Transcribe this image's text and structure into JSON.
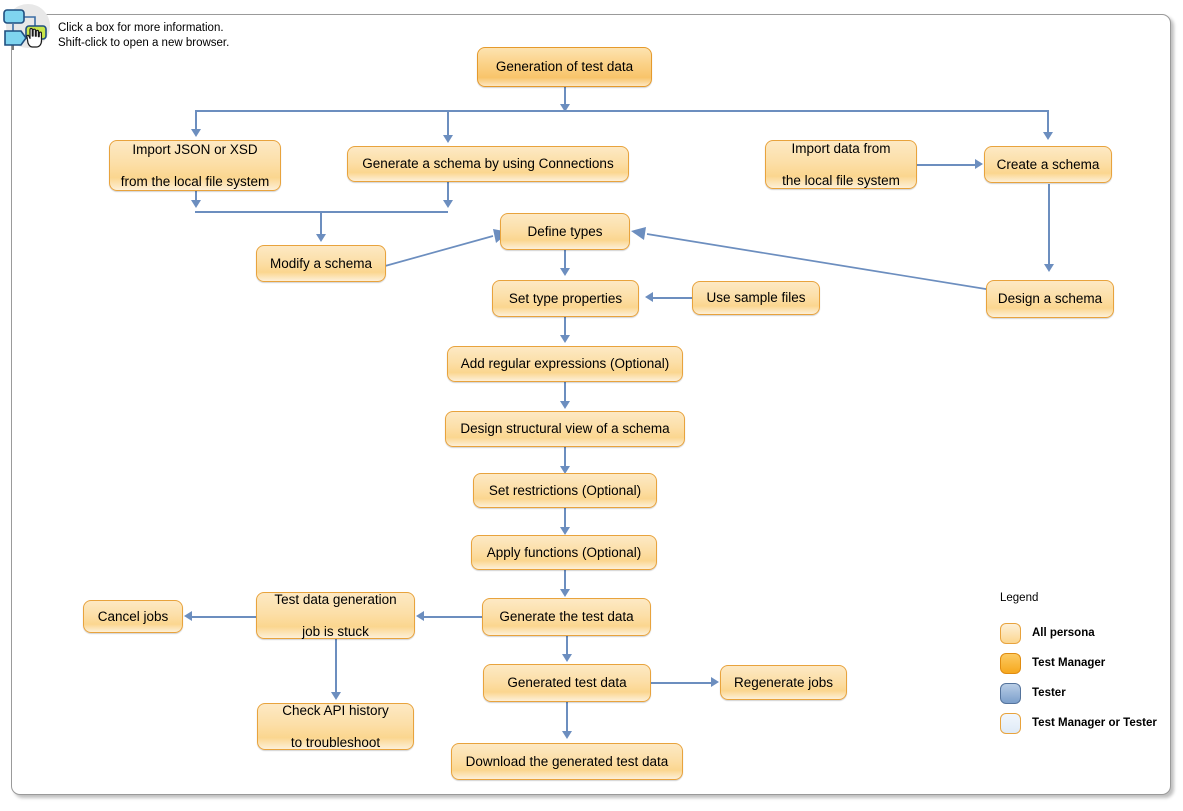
{
  "hint": {
    "icon": "flowchart-click-icon",
    "line1": "Click a box for more information.",
    "line2": "Shift-click to open a new browser."
  },
  "colors": {
    "node_border": "#e8a33d",
    "node_fill_top": "#fde9c4",
    "node_fill_bottom": "#fdf0d8",
    "connector": "#6c8ebf",
    "frame_border": "#9a9a9a",
    "legend_test_manager": "#f6a81e",
    "legend_tester": "#7c9fcb",
    "legend_tm_or_tester": "#dfeaf7"
  },
  "nodes": {
    "generation_of_test_data": "Generation of test data",
    "import_json_xsd": "Import JSON or XSD\nfrom the local file system",
    "import_json_xsd_l1": "Import JSON or XSD",
    "import_json_xsd_l2": "from the local file system",
    "generate_schema_connections": "Generate a schema by using Connections",
    "import_data_local": "Import data from",
    "import_data_local_l2": "the local file system",
    "create_a_schema": "Create a schema",
    "modify_a_schema": "Modify a schema",
    "define_types": "Define types",
    "design_a_schema": "Design a schema",
    "set_type_properties": "Set type properties",
    "use_sample_files": "Use sample files",
    "add_regular_expressions": "Add regular expressions (Optional)",
    "design_structural_view": "Design structural view of a schema",
    "set_restrictions": "Set restrictions (Optional)",
    "apply_functions": "Apply functions (Optional)",
    "generate_the_test_data": "Generate the test data",
    "test_data_job_stuck_l1": "Test data generation",
    "test_data_job_stuck_l2": "job is stuck",
    "cancel_jobs": "Cancel jobs",
    "check_api_history_l1": "Check API history",
    "check_api_history_l2": "to troubleshoot",
    "generated_test_data": "Generated test data",
    "regenerate_jobs": "Regenerate jobs",
    "download_generated_test_data": "Download the generated test data"
  },
  "legend": {
    "title": "Legend",
    "items": [
      {
        "label": "All persona",
        "swatch": "all-persona-swatch"
      },
      {
        "label": "Test Manager",
        "swatch": "test-manager-swatch"
      },
      {
        "label": "Tester",
        "swatch": "tester-swatch"
      },
      {
        "label": "Test Manager or Tester",
        "swatch": "test-manager-or-tester-swatch"
      }
    ]
  }
}
